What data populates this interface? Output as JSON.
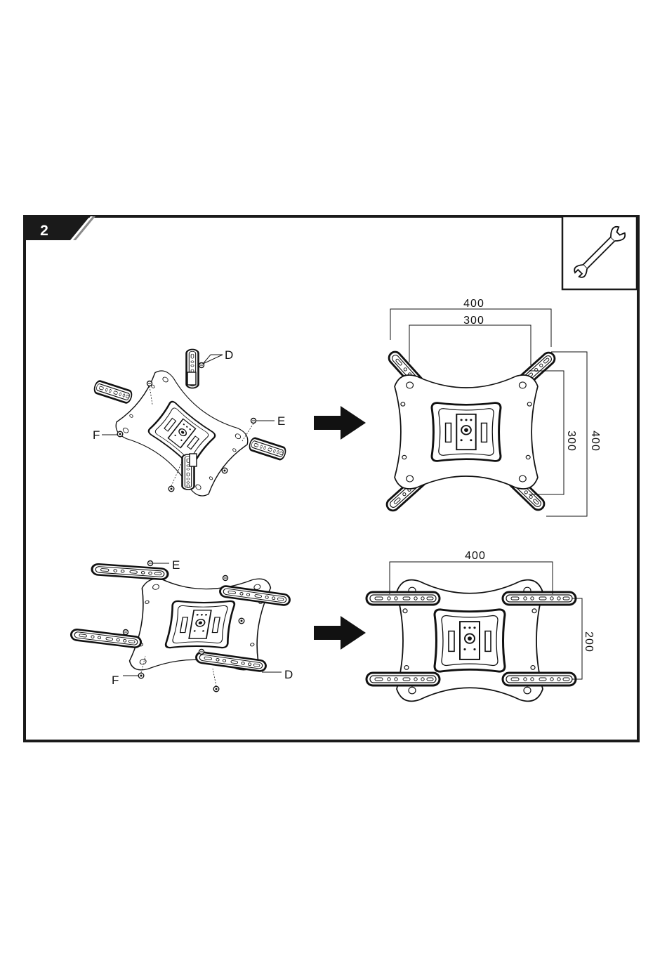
{
  "step": {
    "number": "2"
  },
  "tool": {
    "icon": "wrench-icon"
  },
  "top_left": {
    "labels": {
      "d": "D",
      "e": "E",
      "f": "F"
    }
  },
  "top_right": {
    "dim_outer_h": "400",
    "dim_inner_h": "300",
    "dim_inner_v": "300",
    "dim_outer_v": "400"
  },
  "bottom_left": {
    "labels": {
      "e": "E",
      "d": "D",
      "f": "F"
    }
  },
  "bottom_right": {
    "dim_h": "400",
    "dim_v": "200"
  },
  "colors": {
    "ink": "#1a1a1a",
    "badge": "#1a1a1a",
    "badge_slant": "#8a8a8a"
  }
}
